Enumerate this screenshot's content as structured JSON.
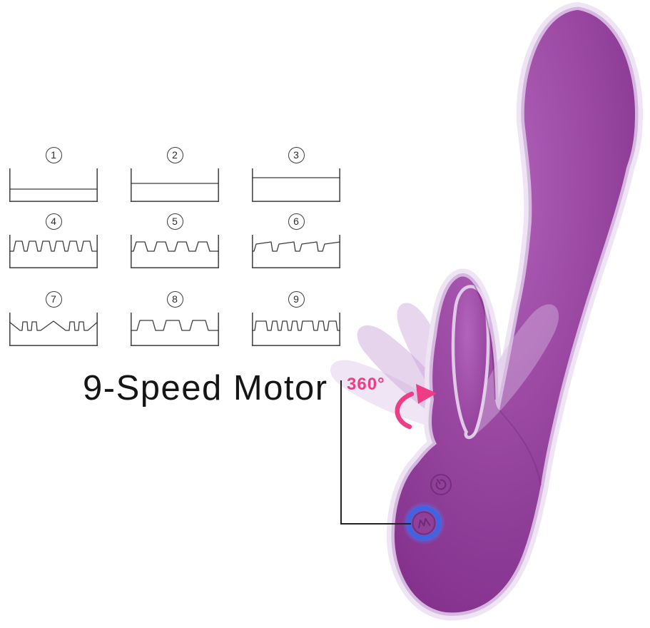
{
  "title": {
    "text": "9-Speed Motor"
  },
  "rotation_label": {
    "text": "360°"
  },
  "patterns": [
    {
      "number": "1",
      "points": [
        [
          0,
          29
        ],
        [
          124,
          29
        ]
      ]
    },
    {
      "number": "2",
      "points": [
        [
          0,
          21
        ],
        [
          124,
          21
        ]
      ]
    },
    {
      "number": "3",
      "points": [
        [
          0,
          13
        ],
        [
          124,
          13
        ]
      ]
    },
    {
      "number": "4",
      "points": [
        [
          0,
          23
        ],
        [
          6,
          23
        ],
        [
          9,
          9
        ],
        [
          18,
          9
        ],
        [
          21,
          23
        ],
        [
          25,
          23
        ],
        [
          28,
          9
        ],
        [
          37,
          9
        ],
        [
          40,
          23
        ],
        [
          44,
          23
        ],
        [
          47,
          9
        ],
        [
          56,
          9
        ],
        [
          59,
          23
        ],
        [
          63,
          23
        ],
        [
          66,
          9
        ],
        [
          75,
          9
        ],
        [
          78,
          23
        ],
        [
          82,
          23
        ],
        [
          85,
          9
        ],
        [
          94,
          9
        ],
        [
          97,
          23
        ],
        [
          101,
          23
        ],
        [
          104,
          9
        ],
        [
          113,
          9
        ],
        [
          116,
          23
        ],
        [
          124,
          23
        ]
      ]
    },
    {
      "number": "5",
      "points": [
        [
          0,
          23
        ],
        [
          4,
          23
        ],
        [
          8,
          10
        ],
        [
          20,
          10
        ],
        [
          24,
          23
        ],
        [
          33,
          23
        ],
        [
          37,
          10
        ],
        [
          49,
          10
        ],
        [
          53,
          23
        ],
        [
          62,
          23
        ],
        [
          66,
          10
        ],
        [
          78,
          10
        ],
        [
          82,
          23
        ],
        [
          91,
          23
        ],
        [
          95,
          10
        ],
        [
          107,
          10
        ],
        [
          111,
          23
        ],
        [
          124,
          23
        ]
      ]
    },
    {
      "number": "6",
      "points": [
        [
          0,
          23
        ],
        [
          3,
          23
        ],
        [
          6,
          13
        ],
        [
          27,
          10
        ],
        [
          29,
          23
        ],
        [
          35,
          23
        ],
        [
          38,
          13
        ],
        [
          59,
          10
        ],
        [
          61,
          23
        ],
        [
          67,
          23
        ],
        [
          70,
          13
        ],
        [
          91,
          10
        ],
        [
          93,
          23
        ],
        [
          99,
          23
        ],
        [
          102,
          13
        ],
        [
          124,
          10
        ]
      ]
    },
    {
      "number": "7",
      "points": [
        [
          0,
          13
        ],
        [
          15,
          25
        ],
        [
          18,
          25
        ],
        [
          19,
          13
        ],
        [
          25,
          13
        ],
        [
          26,
          25
        ],
        [
          31,
          25
        ],
        [
          32,
          13
        ],
        [
          38,
          13
        ],
        [
          39,
          25
        ],
        [
          44,
          25
        ],
        [
          62,
          12
        ],
        [
          79,
          25
        ],
        [
          84,
          25
        ],
        [
          85,
          13
        ],
        [
          91,
          13
        ],
        [
          92,
          25
        ],
        [
          97,
          25
        ],
        [
          98,
          13
        ],
        [
          104,
          13
        ],
        [
          105,
          25
        ],
        [
          110,
          25
        ],
        [
          124,
          13
        ]
      ]
    },
    {
      "number": "8",
      "points": [
        [
          0,
          25
        ],
        [
          9,
          25
        ],
        [
          13,
          11
        ],
        [
          31,
          11
        ],
        [
          35,
          25
        ],
        [
          46,
          25
        ],
        [
          50,
          11
        ],
        [
          68,
          11
        ],
        [
          72,
          25
        ],
        [
          83,
          25
        ],
        [
          87,
          11
        ],
        [
          105,
          11
        ],
        [
          109,
          25
        ],
        [
          124,
          25
        ]
      ]
    },
    {
      "number": "9",
      "points": [
        [
          0,
          25
        ],
        [
          4,
          25
        ],
        [
          6,
          12
        ],
        [
          20,
          12
        ],
        [
          22,
          25
        ],
        [
          27,
          25
        ],
        [
          29,
          12
        ],
        [
          35,
          12
        ],
        [
          37,
          25
        ],
        [
          41,
          25
        ],
        [
          43,
          12
        ],
        [
          49,
          12
        ],
        [
          51,
          25
        ],
        [
          55,
          25
        ],
        [
          57,
          12
        ],
        [
          63,
          12
        ],
        [
          65,
          25
        ],
        [
          69,
          25
        ],
        [
          71,
          12
        ],
        [
          85,
          12
        ],
        [
          87,
          25
        ],
        [
          92,
          25
        ],
        [
          94,
          12
        ],
        [
          100,
          12
        ],
        [
          102,
          25
        ],
        [
          106,
          25
        ],
        [
          108,
          12
        ],
        [
          118,
          12
        ],
        [
          120,
          25
        ],
        [
          124,
          25
        ]
      ]
    }
  ],
  "device": {
    "buttons": [
      {
        "id": "power",
        "icon": "power-icon"
      },
      {
        "id": "vibration-mode",
        "icon": "wave-icon",
        "highlighted": true
      }
    ]
  },
  "colors": {
    "body_purple": "#9d4ba5",
    "body_dark": "#84308d",
    "aura_outer": "#eee4f4",
    "aura_inner": "#d6b7e0",
    "ghost_lavender": "#cca6d9",
    "accent_pink": "#ee3d85",
    "highlight_ring_blue": "#3a65e8",
    "line_color": "#232323"
  }
}
